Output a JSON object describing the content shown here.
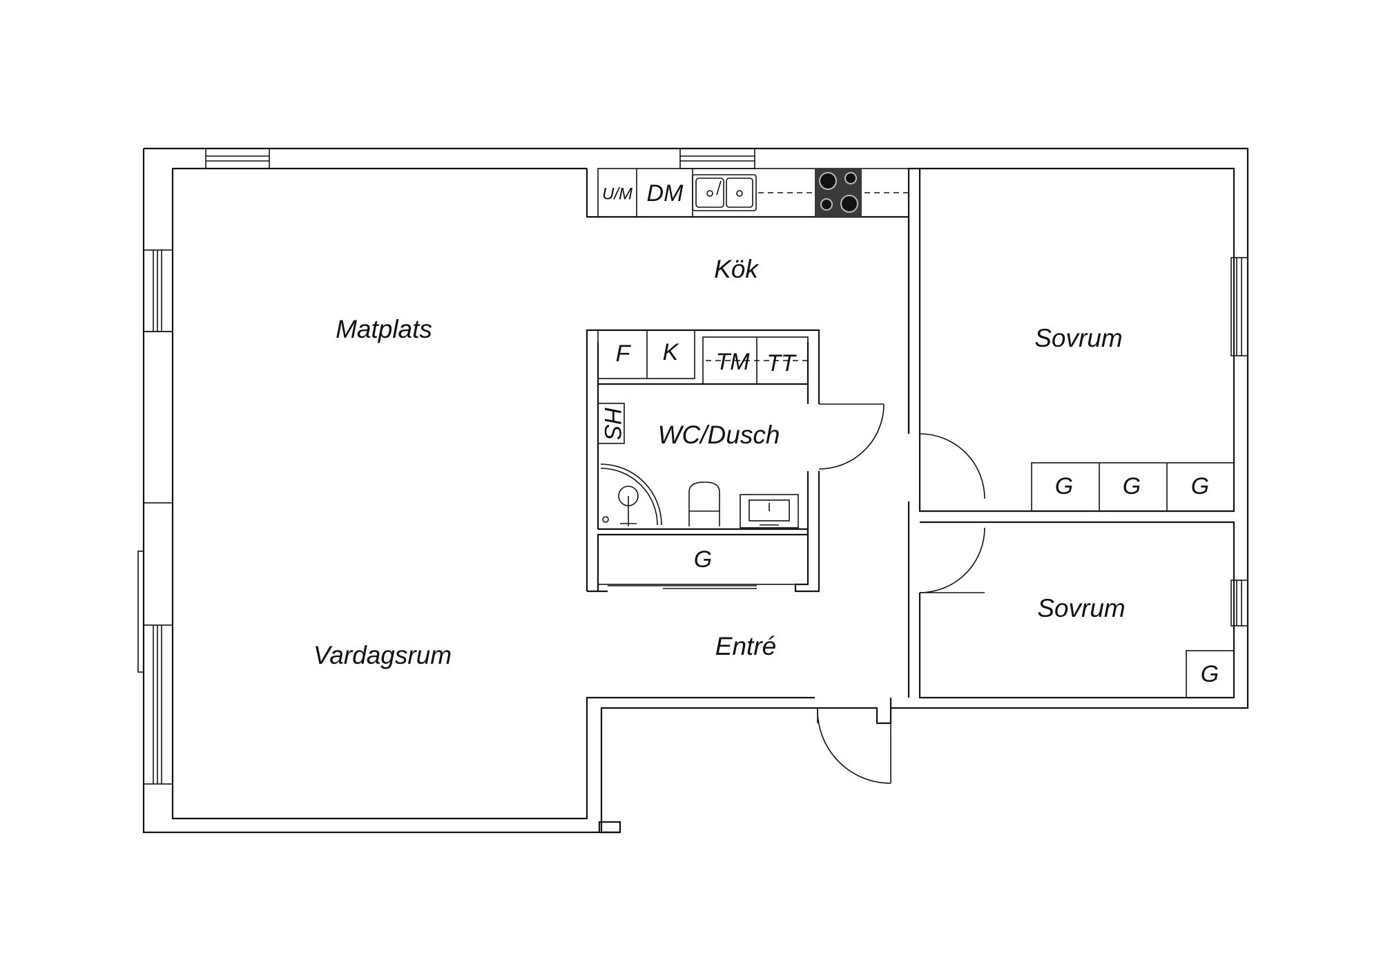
{
  "rooms": {
    "kitchen": "Kök",
    "dining": "Matplats",
    "bedroom_1": "Sovrum",
    "bathroom": "WC/Dusch",
    "bedroom_2": "Sovrum",
    "living": "Vardagsrum",
    "entrance": "Entré"
  },
  "fixtures": {
    "um": "U/M",
    "dm": "DM",
    "f": "F",
    "k": "K",
    "tm": "TM",
    "tt": "TT",
    "hs": "HS",
    "g_hall": "G",
    "g_bed1_a": "G",
    "g_bed1_b": "G",
    "g_bed1_c": "G",
    "g_bed2": "G"
  },
  "icons": [
    "sink-icon",
    "stove-icon",
    "toilet-icon",
    "shower-icon",
    "washbasin-icon",
    "window-icon",
    "door-swing-icon"
  ],
  "colors": {
    "line": "#111111",
    "stove": "#3a3a3a",
    "background": "#ffffff"
  }
}
